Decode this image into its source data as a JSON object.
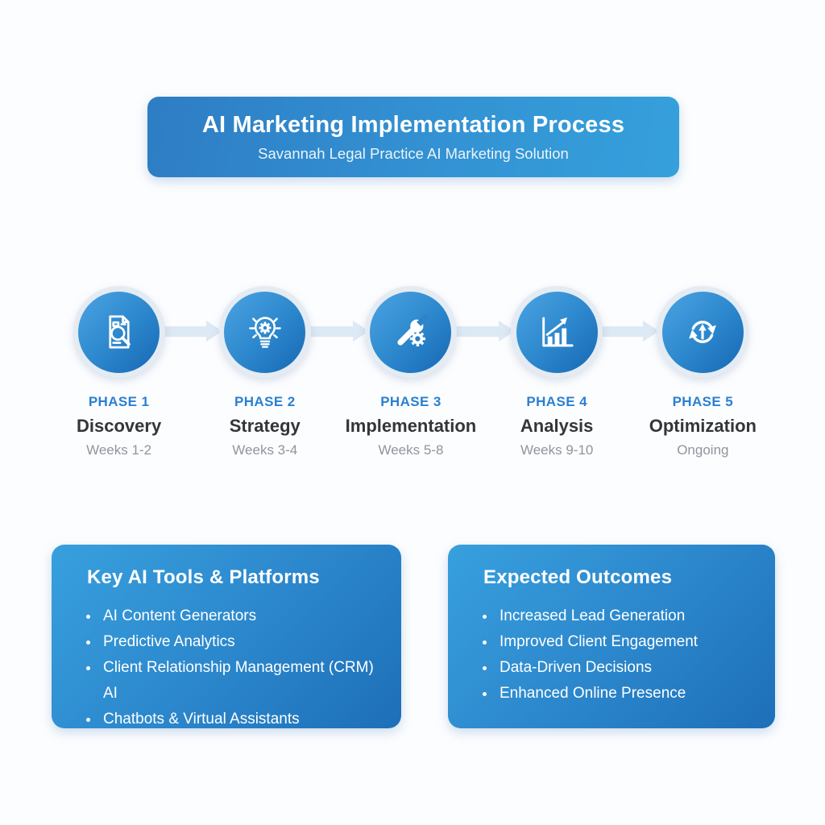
{
  "header": {
    "title": "AI Marketing Implementation Process",
    "subtitle": "Savannah Legal Practice AI Marketing Solution"
  },
  "phases": [
    {
      "label": "PHASE 1",
      "name": "Discovery",
      "duration": "Weeks 1-2",
      "icon": "document-search-icon"
    },
    {
      "label": "PHASE 2",
      "name": "Strategy",
      "duration": "Weeks 3-4",
      "icon": "lightbulb-gear-icon"
    },
    {
      "label": "PHASE 3",
      "name": "Implementation",
      "duration": "Weeks 5-8",
      "icon": "wrench-gear-icon"
    },
    {
      "label": "PHASE 4",
      "name": "Analysis",
      "duration": "Weeks 9-10",
      "icon": "growth-chart-icon"
    },
    {
      "label": "PHASE 5",
      "name": "Optimization",
      "duration": "Ongoing",
      "icon": "cycle-refresh-icon"
    }
  ],
  "panels": [
    {
      "title": "Key AI Tools & Platforms",
      "items": [
        "AI Content Generators",
        "Predictive Analytics",
        "Client Relationship Management (CRM) AI",
        "Chatbots & Virtual Assistants"
      ]
    },
    {
      "title": "Expected Outcomes",
      "items": [
        "Increased Lead Generation",
        "Improved Client Engagement",
        "Data-Driven Decisions",
        "Enhanced Online Presence"
      ]
    }
  ],
  "colors": {
    "banner_gradient_start": "#2e7dc4",
    "banner_gradient_end": "#35a0dc",
    "circle_gradient_start": "#4ba4e2",
    "circle_gradient_end": "#1767b4",
    "arrow": "#dde9f4",
    "ring": "#e4ebf2",
    "phase_label_blue": "#2a80d2",
    "phase_name_dark": "#333639",
    "duration_gray": "#8f959c",
    "background": "#fcfdff",
    "text_on_blue": "#ffffff"
  }
}
